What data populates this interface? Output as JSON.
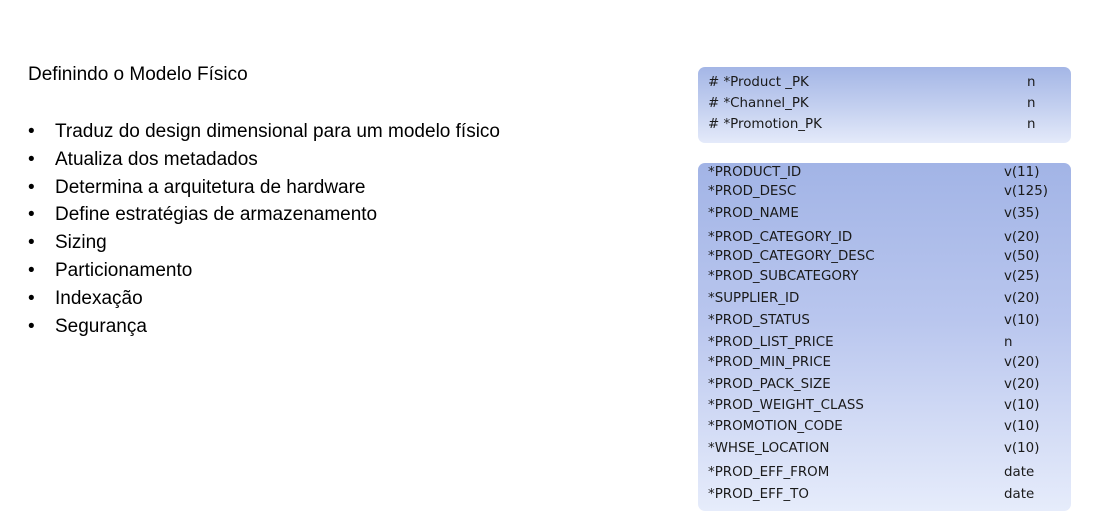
{
  "slide": {
    "title": "Definindo o Modelo Físico",
    "bullet_glyph": "•",
    "bullets": [
      "Traduz do design dimensional para um modelo físico",
      "Atualiza dos metadados",
      "Determina a arquitetura de hardware",
      "Define estratégias de armazenamento",
      "Sizing",
      "Particionamento",
      "Indexação",
      "Segurança"
    ]
  },
  "keys_box": {
    "rows": [
      {
        "name": "# *Product _PK",
        "type": "n"
      },
      {
        "name": "# *Channel_PK",
        "type": "n"
      },
      {
        "name": "# *Promotion_PK",
        "type": "n"
      }
    ]
  },
  "columns_box": {
    "rows": [
      {
        "name": "*PRODUCT_ID",
        "type": "v(11)"
      },
      {
        "name": "*PROD_DESC",
        "type": "v(125)"
      },
      {
        "name": "*PROD_NAME",
        "type": "v(35)"
      },
      {
        "name": "*PROD_CATEGORY_ID",
        "type": "v(20)"
      },
      {
        "name": "*PROD_CATEGORY_DESC",
        "type": "v(50)"
      },
      {
        "name": "*PROD_SUBCATEGORY",
        "type": "v(25)"
      },
      {
        "name": "*SUPPLIER_ID",
        "type": "v(20)"
      },
      {
        "name": "*PROD_STATUS",
        "type": "v(10)"
      },
      {
        "name": "*PROD_LIST_PRICE",
        "type": "n"
      },
      {
        "name": "*PROD_MIN_PRICE",
        "type": "v(20)"
      },
      {
        "name": "*PROD_PACK_SIZE",
        "type": "v(20)"
      },
      {
        "name": "*PROD_WEIGHT_CLASS",
        "type": "v(10)"
      },
      {
        "name": "*PROMOTION_CODE",
        "type": "v(10)"
      },
      {
        "name": "*WHSE_LOCATION",
        "type": "v(10)"
      },
      {
        "name": "*PROD_EFF_FROM",
        "type": "date"
      },
      {
        "name": "*PROD_EFF_TO",
        "type": "date"
      }
    ]
  }
}
